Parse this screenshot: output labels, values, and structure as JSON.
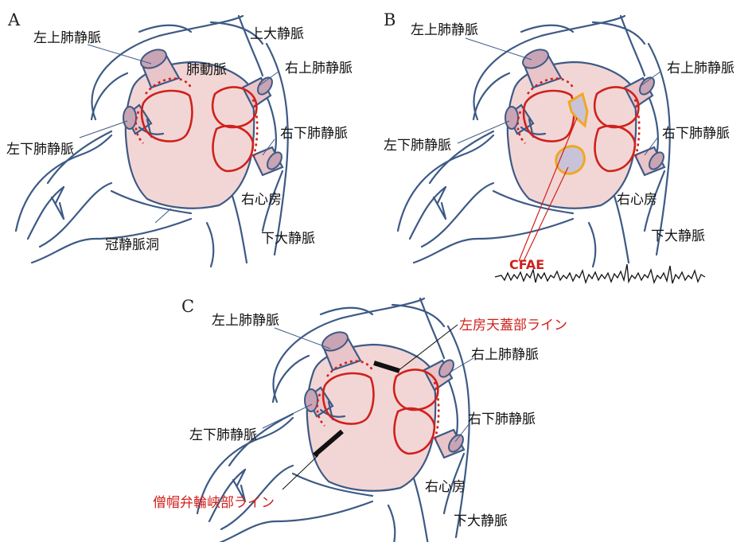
{
  "panels": {
    "a": {
      "letter": "A",
      "labels": {
        "left_superior_pv": "左上肺静脈",
        "superior_vena_cava": "上大静脈",
        "pulmonary_artery": "肺動脈",
        "right_superior_pv": "右上肺静脈",
        "left_inferior_pv": "左下肺静脈",
        "right_inferior_pv": "右下肺静脈",
        "right_atrium": "右心房",
        "coronary_sinus": "冠静脈洞",
        "inferior_vena_cava": "下大静脈"
      }
    },
    "b": {
      "letter": "B",
      "labels": {
        "left_superior_pv": "左上肺静脈",
        "right_superior_pv": "右上肺静脈",
        "left_inferior_pv": "左下肺静脈",
        "right_inferior_pv": "右下肺静脈",
        "right_atrium": "右心房",
        "inferior_vena_cava": "下大静脈",
        "cfae": "CFAE"
      }
    },
    "c": {
      "letter": "C",
      "labels": {
        "left_superior_pv": "左上肺静脈",
        "roof_line": "左房天蓋部ライン",
        "right_superior_pv": "右上肺静脈",
        "left_inferior_pv": "左下肺静脈",
        "right_inferior_pv": "右下肺静脈",
        "mitral_isthmus_line": "僧帽弁輪峡部ライン",
        "right_atrium": "右心房",
        "inferior_vena_cava": "下大静脈"
      }
    }
  },
  "colors": {
    "vessel_outline": "#3d5a85",
    "atrium_fill": "#f2d6d6",
    "isolation_line": "#d0211c",
    "cfae_outline": "#f0a820",
    "cfae_fill": "#c9c3d9",
    "ablation_line": "#111111"
  }
}
